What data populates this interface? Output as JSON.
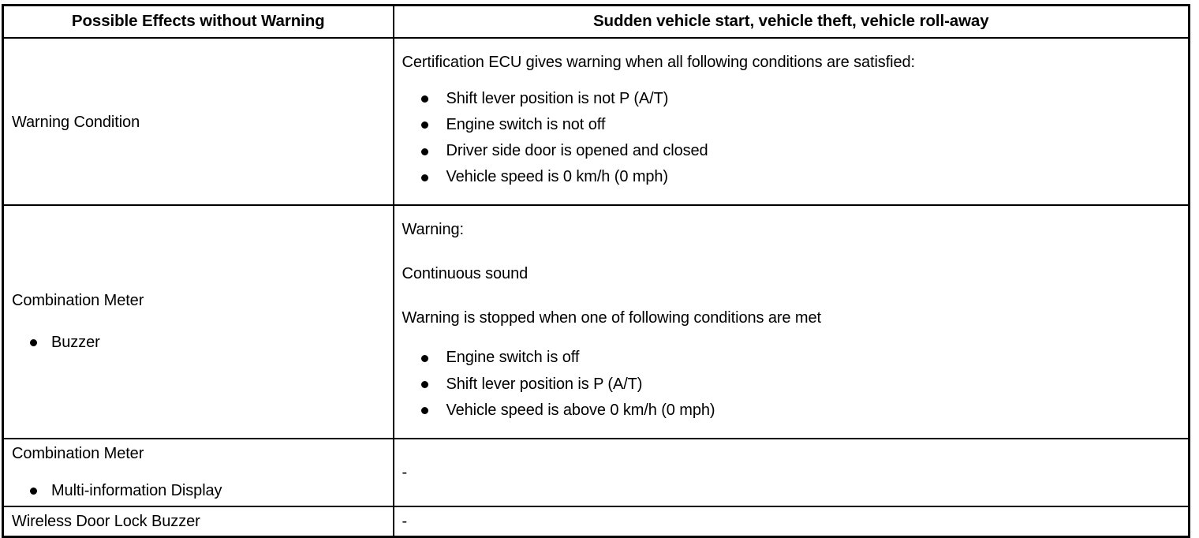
{
  "table": {
    "headers": {
      "left": "Possible Effects without Warning",
      "right": "Sudden vehicle start, vehicle theft, vehicle roll-away"
    },
    "rows": [
      {
        "id": "warning-condition",
        "left": {
          "title": "Warning Condition",
          "bullets": []
        },
        "right": {
          "intro": "Certification ECU gives warning when all following conditions are satisfied:",
          "bullets": [
            "Shift lever position is not P (A/T)",
            "Engine switch is not off",
            "Driver side door is opened and closed",
            "Vehicle speed is 0 km/h (0 mph)"
          ]
        }
      },
      {
        "id": "combination-meter-buzzer",
        "left": {
          "title": "Combination Meter",
          "bullets": [
            "Buzzer"
          ]
        },
        "right": {
          "line1": "Warning:",
          "line2": "Continuous sound",
          "line3": "Warning is stopped when one of following conditions are met",
          "bullets": [
            "Engine switch is off",
            "Shift lever position is P (A/T)",
            "Vehicle speed is above 0 km/h (0 mph)"
          ]
        }
      },
      {
        "id": "combination-meter-display",
        "left": {
          "title": "Combination Meter",
          "bullets": [
            "Multi-information Display"
          ]
        },
        "right": {
          "value": "-"
        }
      },
      {
        "id": "wireless-door-lock-buzzer",
        "left": {
          "title": "Wireless Door Lock Buzzer",
          "bullets": []
        },
        "right": {
          "value": "-"
        }
      }
    ]
  },
  "colors": {
    "border": "#000000",
    "text": "#000000",
    "background": "#ffffff"
  }
}
